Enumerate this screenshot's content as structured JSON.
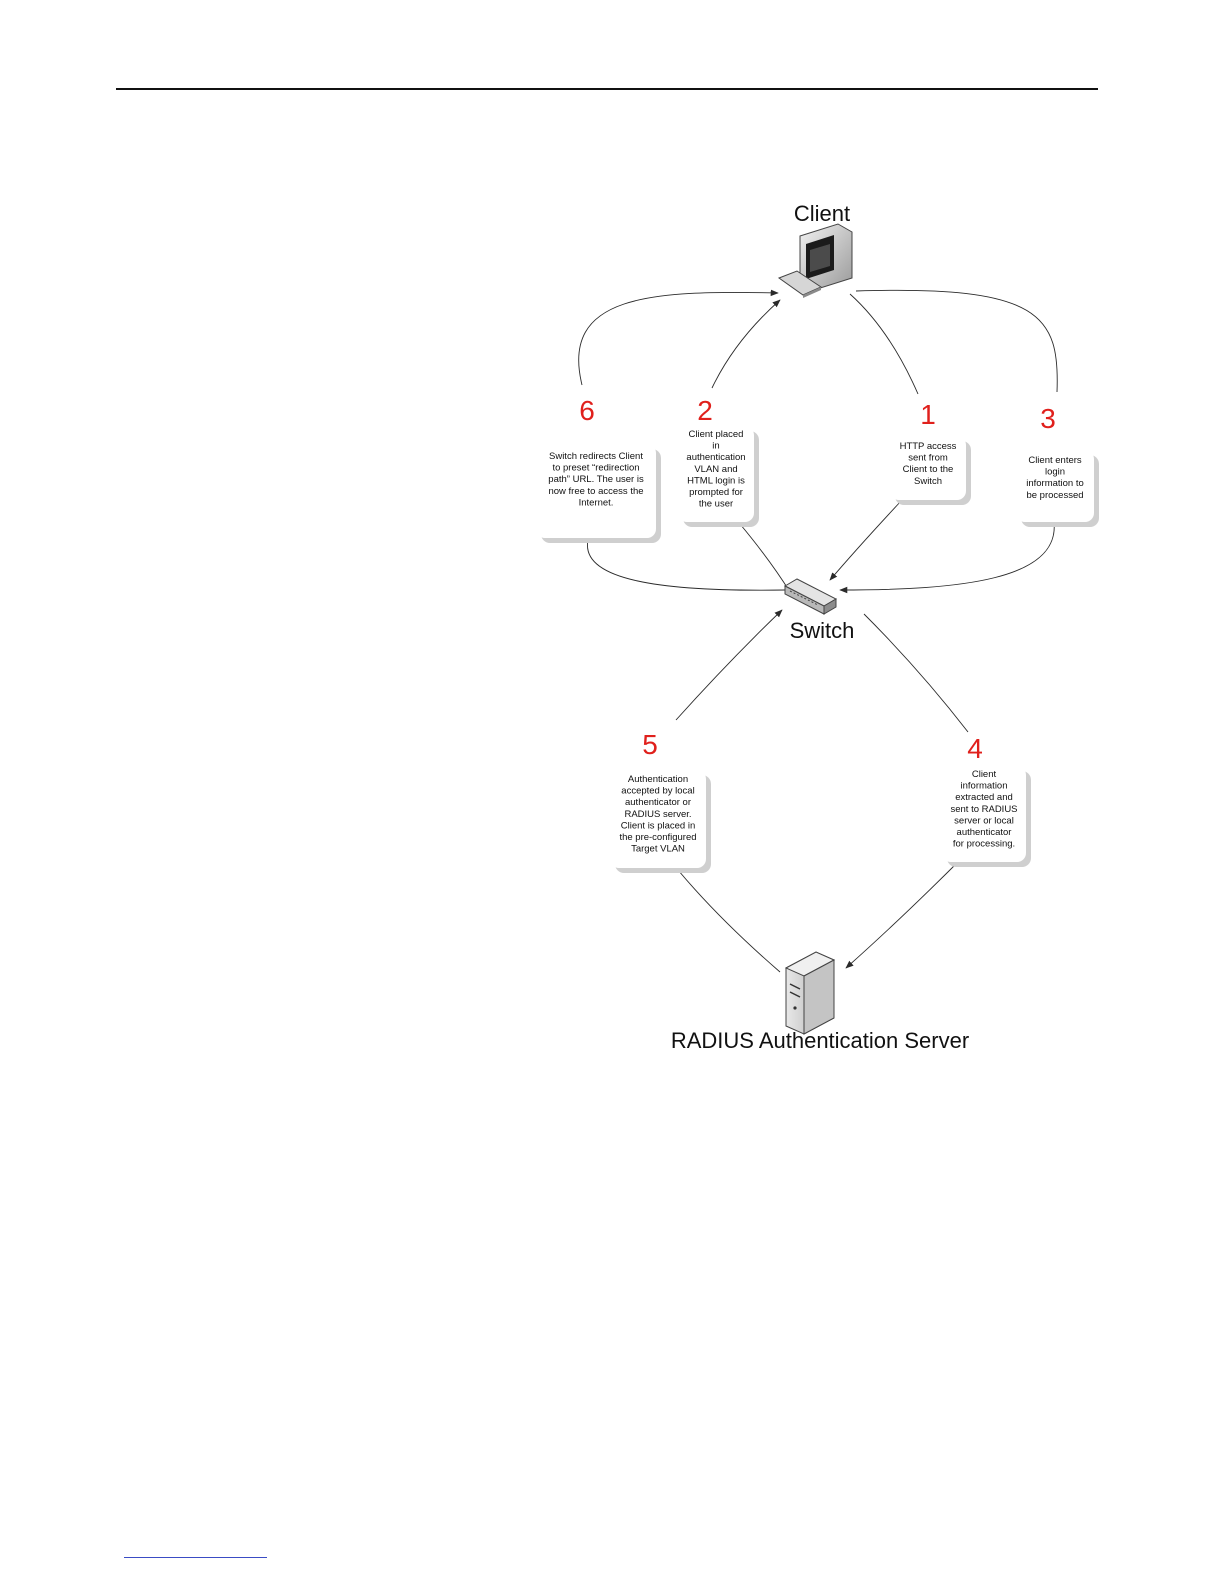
{
  "nodes": {
    "client": "Client",
    "switch": "Switch",
    "server": "RADIUS Authentication Server"
  },
  "colors": {
    "step_number": "#e0201c",
    "line": "#2a2a2a",
    "card_shadow": "#cfcfcf"
  },
  "steps": [
    {
      "number": "1",
      "lines": [
        "HTTP access",
        "sent from",
        "Client to the",
        "Switch"
      ]
    },
    {
      "number": "2",
      "lines": [
        "Client placed",
        "in",
        "authentication",
        "VLAN and",
        "HTML login is",
        "prompted for",
        "the user"
      ]
    },
    {
      "number": "3",
      "lines": [
        "Client enters",
        "login",
        "information to",
        "be processed"
      ]
    },
    {
      "number": "4",
      "lines": [
        "Client",
        "information",
        "extracted and",
        "sent to RADIUS",
        "server or local",
        "authenticator",
        "for processing."
      ]
    },
    {
      "number": "5",
      "lines": [
        "Authentication",
        "accepted by local",
        "authenticator or",
        "RADIUS server.",
        "Client is placed in",
        "the pre-configured",
        "Target VLAN"
      ]
    },
    {
      "number": "6",
      "lines": [
        "Switch redirects Client",
        "to preset “redirection",
        "path” URL. The user is",
        "now free to access the",
        "Internet."
      ]
    }
  ]
}
